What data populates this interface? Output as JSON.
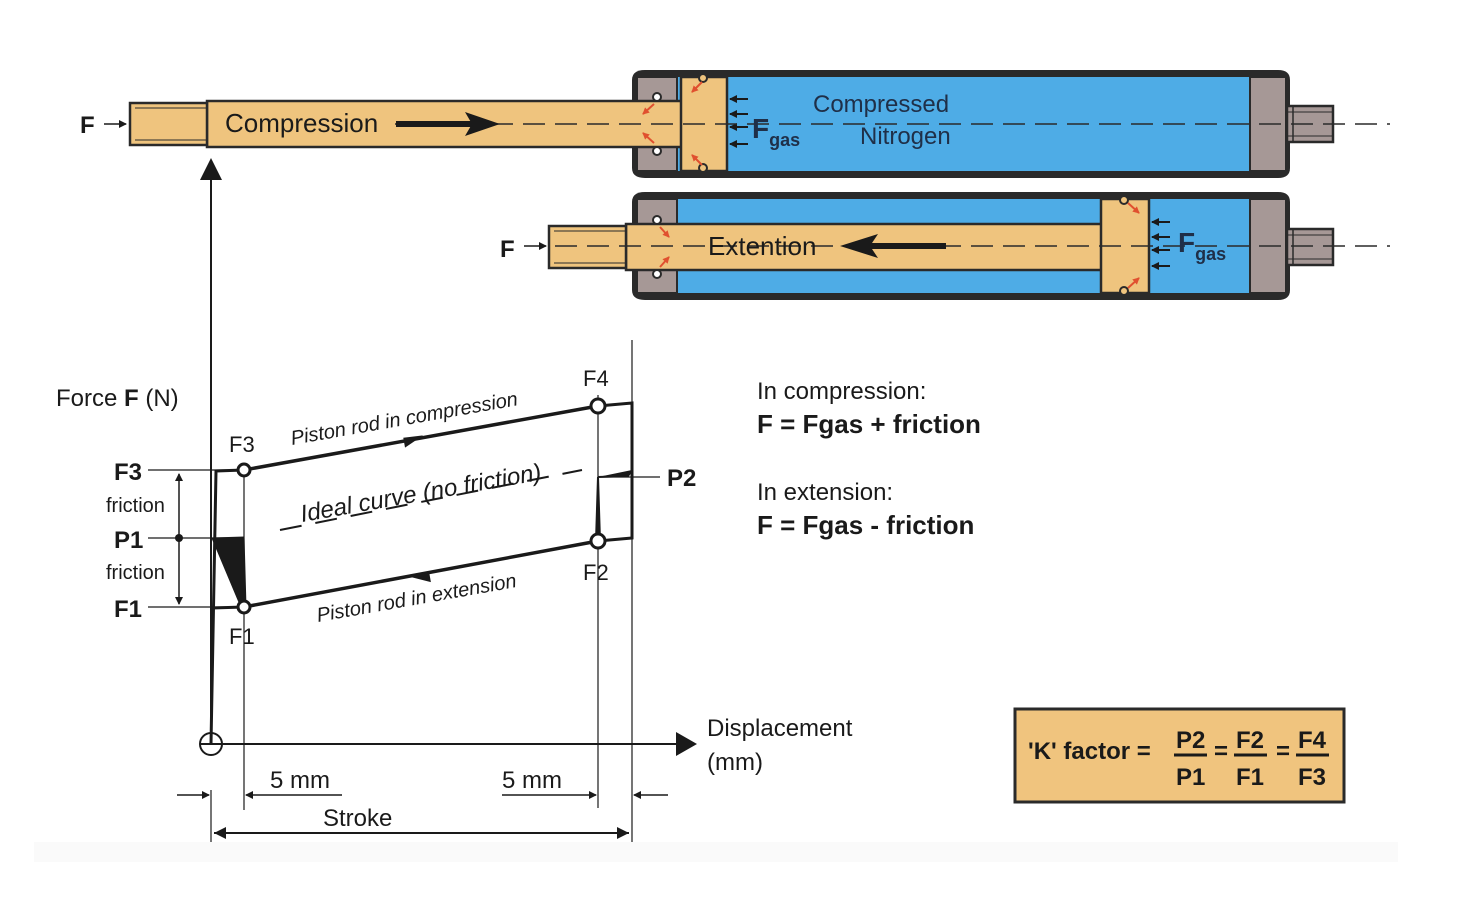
{
  "colors": {
    "rod": "#efc47e",
    "gas": "#4eace6",
    "housing": "#a69896",
    "outline": "#2a2a2a",
    "seal_arrow": "#e0502f",
    "kfactor_box": "#f0c47e"
  },
  "top_cylinder": {
    "force_label": "F",
    "motion_label": "Compression",
    "gas_force_label": "F",
    "gas_force_sub": "gas",
    "gas_label_line1": "Compressed",
    "gas_label_line2": "Nitrogen"
  },
  "bottom_cylinder": {
    "force_label": "F",
    "motion_label": "Extention",
    "gas_force_label": "F",
    "gas_force_sub": "gas"
  },
  "graph": {
    "y_axis_label_prefix": "Force ",
    "y_axis_label_bold": "F",
    "y_axis_label_suffix": " (N)",
    "x_axis_label_line1": "Displacement",
    "x_axis_label_line2": "(mm)",
    "left_labels": [
      "F3",
      "P1",
      "F1"
    ],
    "friction_labels": [
      "friction",
      "friction"
    ],
    "point_labels": {
      "F3": "F3",
      "F4": "F4",
      "F1": "F1",
      "F2": "F2",
      "P2": "P2"
    },
    "compression_curve_label": "Piston rod in compression",
    "extension_curve_label": "Piston rod in extension",
    "ideal_curve_label": "Ideal curve (no friction)",
    "dim_left": "5 mm",
    "dim_right": "5 mm",
    "stroke_label": "Stroke"
  },
  "formulas": {
    "compression_heading": "In compression:",
    "compression_formula": "F = Fgas + friction",
    "extension_heading": "In extension:",
    "extension_formula": "F = Fgas - friction"
  },
  "kfactor": {
    "label": "'K' factor =",
    "fractions": [
      {
        "num": "P2",
        "den": "P1"
      },
      {
        "num": "F2",
        "den": "F1"
      },
      {
        "num": "F4",
        "den": "F3"
      }
    ],
    "equals": "="
  }
}
